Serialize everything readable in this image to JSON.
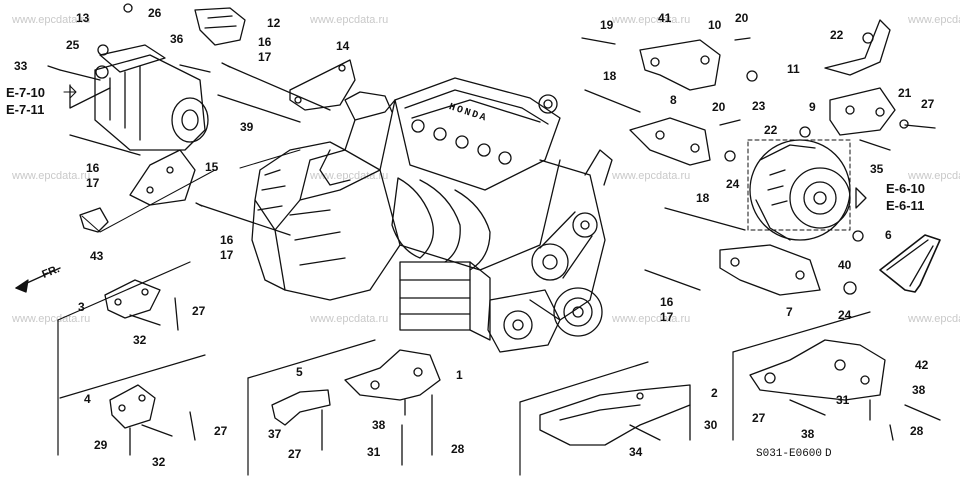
{
  "watermark": "www.epcdata.ru",
  "diagram_code": "S031-E0600",
  "diagram_code_suffix": "D",
  "front_label": "FR.",
  "engine_brand": "HONDA",
  "references": {
    "e710": "E-7-10",
    "e711": "E-7-11",
    "e610": "E-6-10",
    "e611": "E-6-11"
  },
  "callouts": [
    "13",
    "26",
    "25",
    "36",
    "12",
    "16",
    "17",
    "14",
    "33",
    "39",
    "16",
    "17",
    "15",
    "43",
    "16",
    "17",
    "19",
    "41",
    "10",
    "20",
    "18",
    "8",
    "20",
    "23",
    "22",
    "24",
    "22",
    "11",
    "9",
    "21",
    "27",
    "35",
    "18",
    "40",
    "6",
    "24",
    "7",
    "16",
    "17",
    "3",
    "27",
    "32",
    "4",
    "29",
    "32",
    "27",
    "5",
    "37",
    "27",
    "38",
    "31",
    "28",
    "1",
    "2",
    "34",
    "30",
    "42",
    "38",
    "31",
    "27",
    "38",
    "28"
  ]
}
